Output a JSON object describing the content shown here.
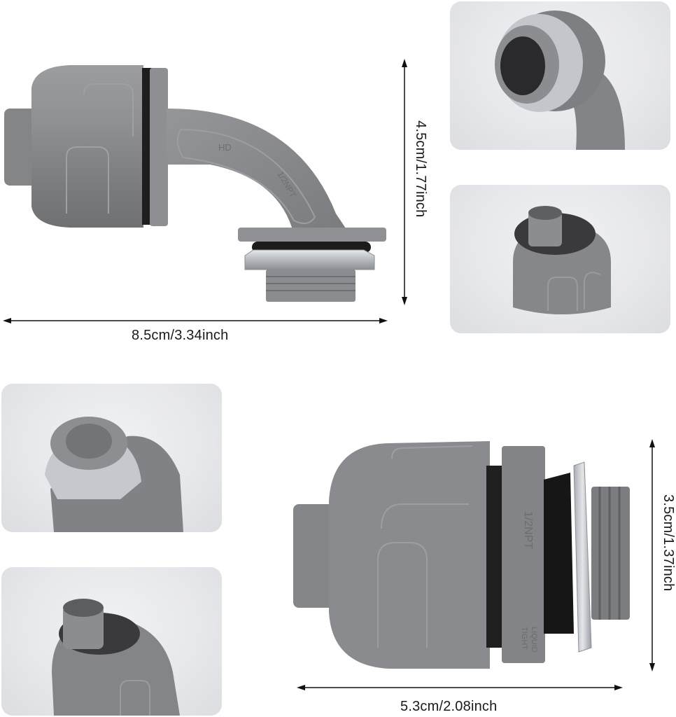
{
  "product": {
    "name": "90-degree liquid tight conduit connector",
    "color": "#8a8b8d",
    "metal_color": "#c9ccd1",
    "seal_color": "#1b1b1b"
  },
  "main_elbow": {
    "embossed_text_1": "HD",
    "embossed_text_2": "1/2NPT"
  },
  "straight_connector": {
    "embossed_text_1": "1/2NPT",
    "embossed_text_2": "LIQUID",
    "embossed_text_3": "TIGHT"
  },
  "dimensions": {
    "elbow_width": "8.5cm/3.34inch",
    "elbow_height": "4.5cm/1.77inch",
    "straight_width": "5.3cm/2.08inch",
    "straight_height": "3.5cm/1.37inch"
  },
  "detail_panels": [
    {
      "id": "top-right-1",
      "desc": "threaded end with locknut close-up"
    },
    {
      "id": "top-right-2",
      "desc": "compression cap end close-up"
    },
    {
      "id": "bottom-left-1",
      "desc": "threaded end angled view"
    },
    {
      "id": "bottom-left-2",
      "desc": "cap end angled view"
    }
  ],
  "colors": {
    "background": "#ffffff",
    "panel_bg": "#e6e7ea",
    "arrow": "#111111"
  }
}
